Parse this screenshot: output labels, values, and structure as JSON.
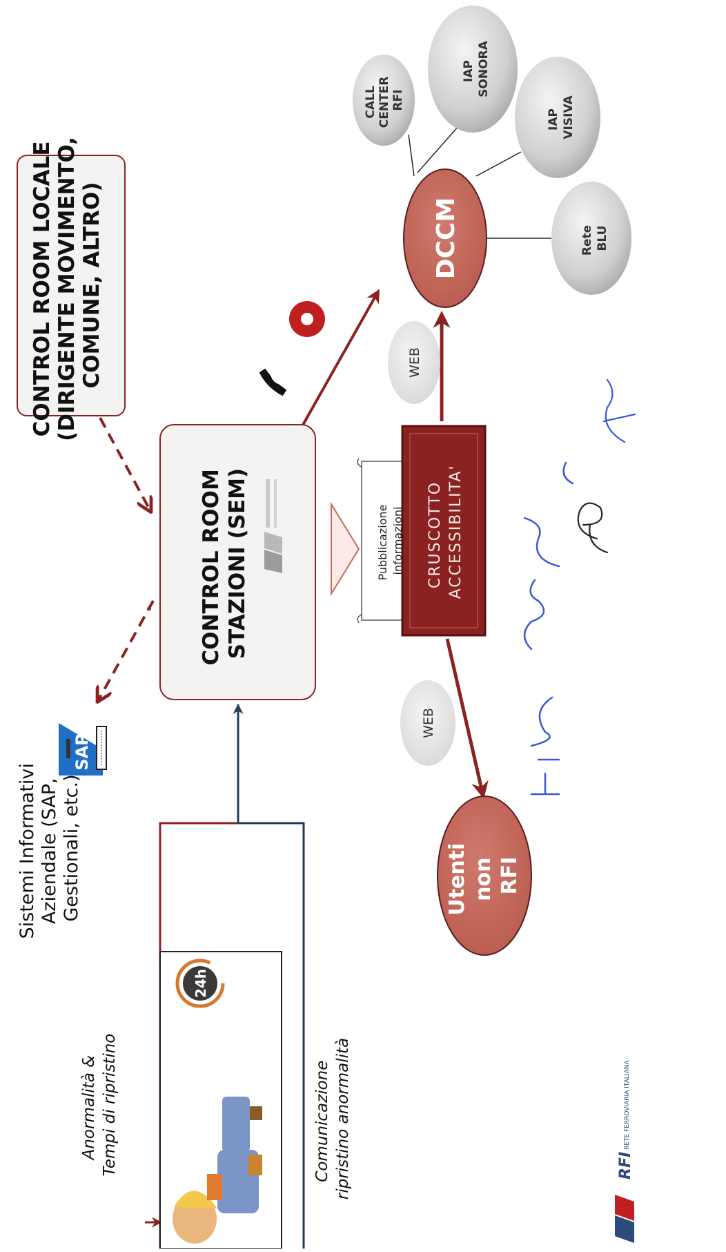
{
  "control_room_locale": {
    "lines": [
      "CONTROL ROOM LOCALE",
      "(DIRIGENTE MOVIMENTO,",
      "COMUNE, ALTRO)"
    ]
  },
  "control_room_stazioni": {
    "lines": [
      "CONTROL ROOM",
      "STAZIONI (SEM)"
    ]
  },
  "sistemi_informativi": {
    "lines": [
      "Sistemi Informativi",
      "Aziendale (SAP,",
      "Gestionali, etc.)"
    ]
  },
  "sap_logo": {
    "text": "SAP"
  },
  "anomalie": {
    "lines": [
      "Anormalità  &",
      "Tempi di ripristino"
    ]
  },
  "comunicazione": {
    "lines": [
      "Comunicazione",
      "ripristino anormalità"
    ]
  },
  "badge_24h": {
    "text": "24h"
  },
  "pubblicazione": {
    "lines": [
      "Pubblicazione",
      "informazioni"
    ]
  },
  "cruscotto": {
    "lines": [
      "CRUSCOTTO",
      "ACCESSIBILITA'"
    ]
  },
  "web_labels": [
    "WEB",
    "WEB"
  ],
  "dccm": {
    "text": "DCCM"
  },
  "utenti": {
    "lines": [
      "Utenti",
      "non",
      "RFI"
    ]
  },
  "satellites": [
    {
      "id": "call-center",
      "lines": [
        "CALL",
        "CENTER",
        "RFI"
      ]
    },
    {
      "id": "iap-sonora",
      "lines": [
        "IAP",
        "SONORA"
      ]
    },
    {
      "id": "iap-visiva",
      "lines": [
        "IAP",
        "VISIVA"
      ]
    },
    {
      "id": "rete-blu",
      "lines": [
        "Rete",
        "BLU"
      ]
    }
  ],
  "rfi_logo": {
    "text": "RFI",
    "subtext": "RETE FERROVIARIA ITALIANA"
  },
  "colors": {
    "dark_red": "#8b2222",
    "navy": "#1f3b5e",
    "salmon": "#c6695c",
    "sat_grey": "#d3d3d3",
    "signature_blue": "#3b57d8",
    "box_fill": "#f3f3f1"
  }
}
